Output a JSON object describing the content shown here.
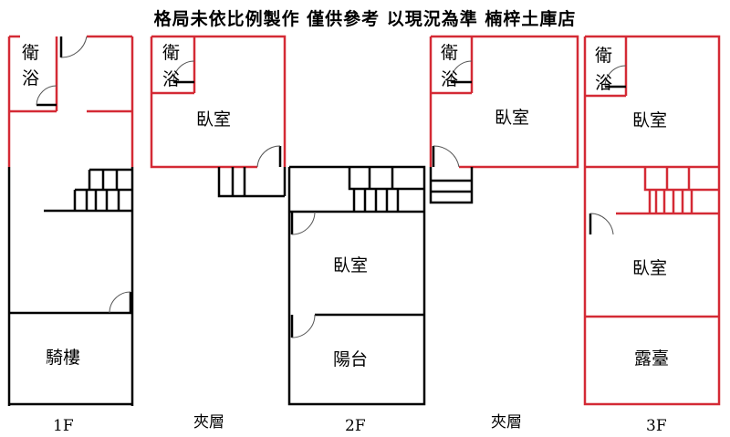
{
  "title": "格局未依比例製作 僅供參考 以現況為準 楠梓土庫店",
  "plans": [
    {
      "floor": "1F",
      "rooms": {
        "bath_1": "衛",
        "bath_2": "浴",
        "arcade": "騎樓"
      }
    },
    {
      "floor": "夾層",
      "rooms": {
        "bath_1": "衛",
        "bath_2": "浴",
        "bedroom": "臥室"
      }
    },
    {
      "floor": "2F",
      "rooms": {
        "bedroom": "臥室",
        "balcony": "陽台"
      }
    },
    {
      "floor": "夾層",
      "rooms": {
        "bath_1": "衛",
        "bath_2": "浴",
        "bedroom": "臥室"
      }
    },
    {
      "floor": "3F",
      "rooms": {
        "bath_1": "衛",
        "bath_2": "浴",
        "bedroom_1": "臥室",
        "bedroom_2": "臥室",
        "terrace": "露臺"
      }
    }
  ],
  "colors": {
    "wall_red": "#d42a35",
    "wall_black": "#000000"
  }
}
